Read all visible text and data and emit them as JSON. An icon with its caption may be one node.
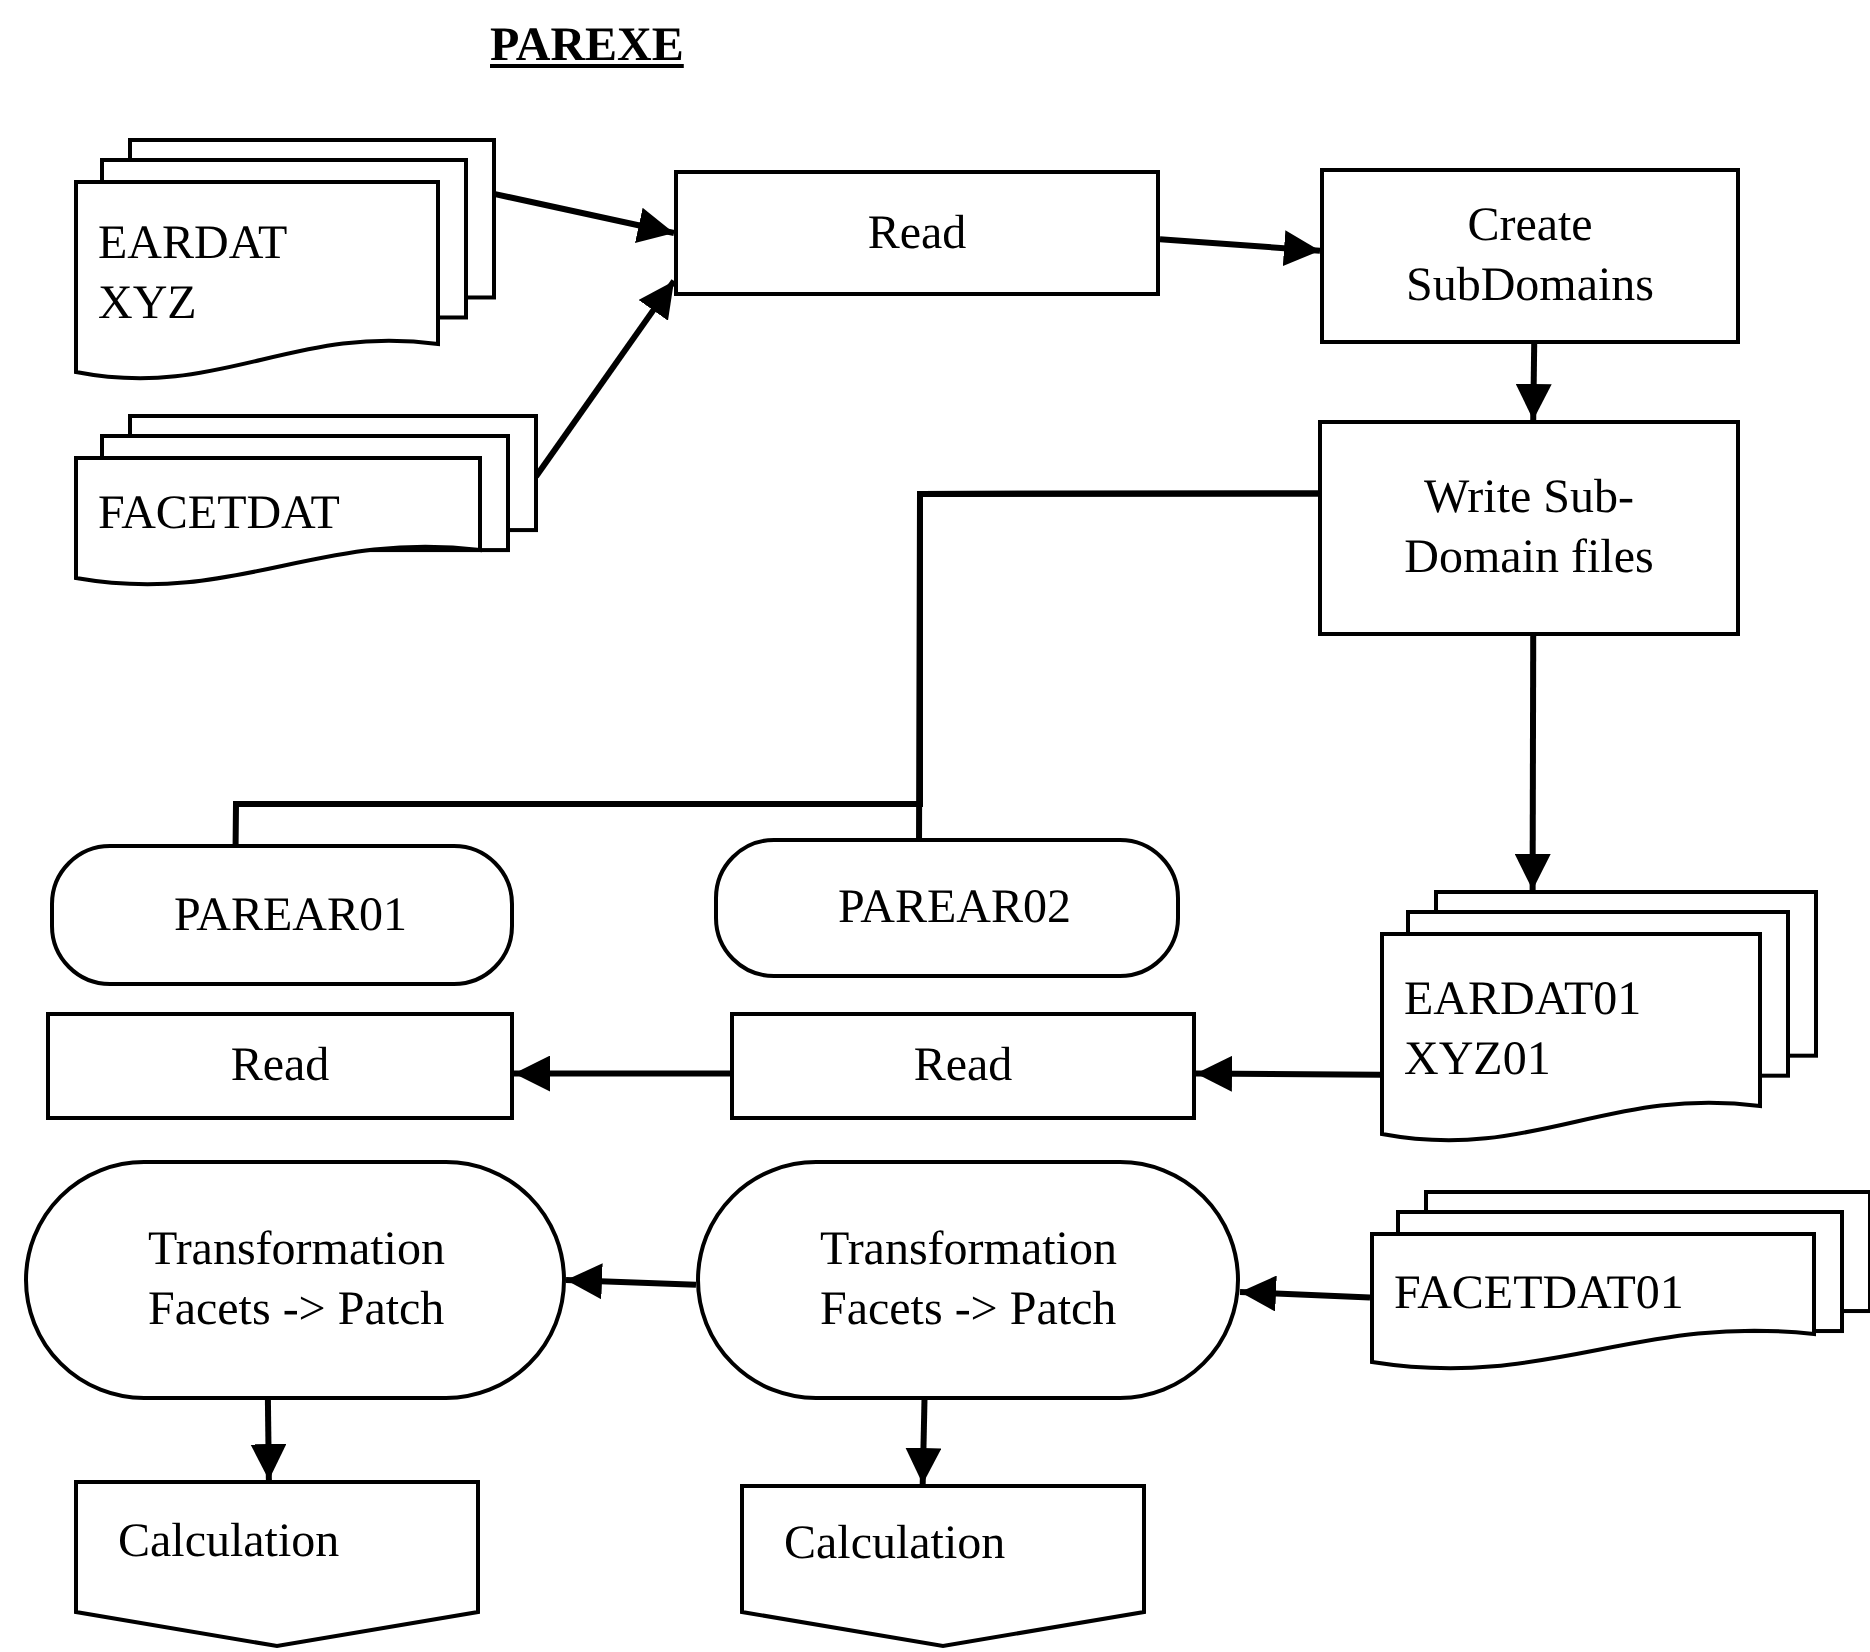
{
  "diagram": {
    "title": "PAREXE",
    "nodes": [
      {
        "text": [
          "EARDAT XYZ"
        ]
      },
      {
        "text": [
          "FACETDAT"
        ]
      },
      {
        "text": [
          "Read"
        ]
      },
      {
        "text": [
          "Create SubDomains"
        ]
      },
      {
        "text": [
          "Write Sub-Domain files"
        ]
      },
      {
        "text": [
          "PAREAR01"
        ]
      },
      {
        "text": [
          "PAREAR02"
        ]
      },
      {
        "text": [
          "EARDAT01 XYZ01"
        ]
      },
      {
        "text": [
          "Read"
        ]
      },
      {
        "text": [
          "Read"
        ]
      },
      {
        "text": [
          "Transformation Facets -> Patch"
        ]
      },
      {
        "text": [
          "Transformation Facets -> Patch"
        ]
      },
      {
        "text": [
          "FACETDAT01"
        ]
      },
      {
        "text": [
          "Calculation"
        ]
      },
      {
        "text": [
          "Calculation"
        ]
      }
    ],
    "edges": [
      {
        "from": 0,
        "to": 2,
        "arrow": "to"
      },
      {
        "from": 1,
        "to": 2,
        "arrow": "to"
      },
      {
        "from": 2,
        "to": 3,
        "arrow": "to"
      },
      {
        "from": 3,
        "to": 4,
        "arrow": "to"
      },
      {
        "from": 4,
        "to": 7,
        "arrow": "to"
      },
      {
        "from": 4,
        "to": 5,
        "arrow": "none"
      },
      {
        "from": 4,
        "to": 6,
        "arrow": "none"
      },
      {
        "from": 7,
        "to": 9,
        "arrow": "to"
      },
      {
        "from": 9,
        "to": 8,
        "arrow": "to"
      },
      {
        "from": 12,
        "to": 11,
        "arrow": "to"
      },
      {
        "from": 11,
        "to": 10,
        "arrow": "to"
      },
      {
        "from": 10,
        "to": 13,
        "arrow": "to"
      },
      {
        "from": 11,
        "to": 14,
        "arrow": "to"
      }
    ]
  }
}
